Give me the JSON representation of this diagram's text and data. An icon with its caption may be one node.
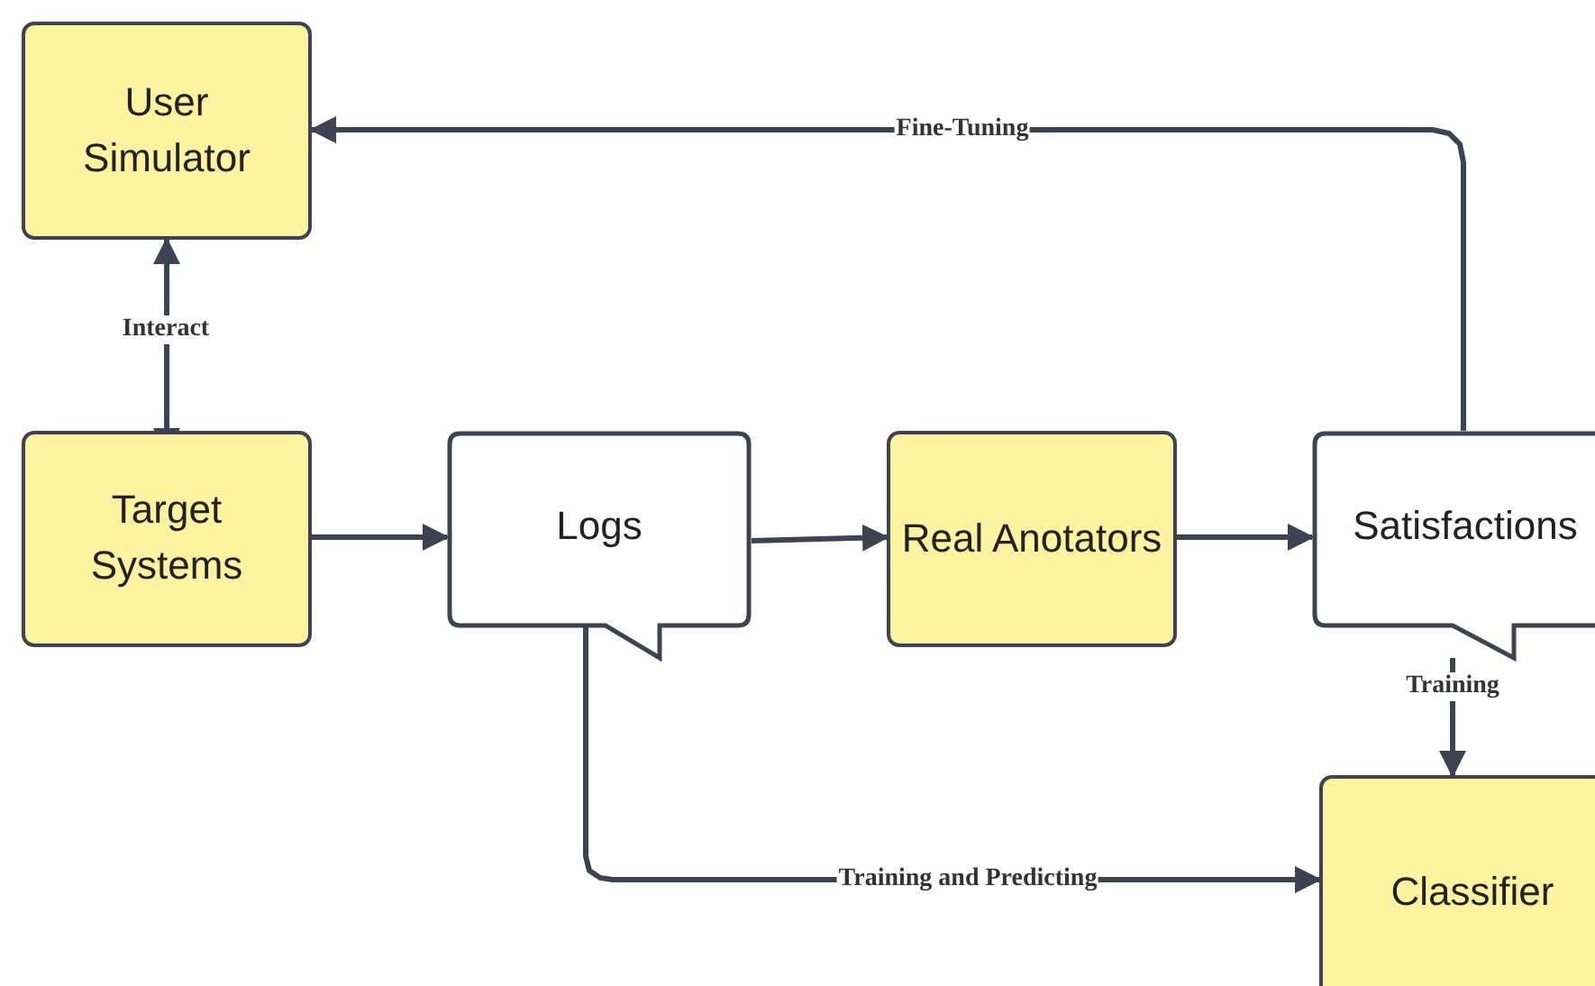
{
  "diagram": {
    "nodes": [
      {
        "text": [
          "User Simulator"
        ]
      },
      {
        "text": [
          "Target Systems"
        ]
      },
      {
        "text": [
          "Logs"
        ]
      },
      {
        "text": [
          "Real Anotators"
        ]
      },
      {
        "text": [
          "Satisfactions"
        ]
      },
      {
        "text": [
          "Classifier"
        ]
      }
    ],
    "edges": [
      {
        "from": 1,
        "to": 0,
        "arrow": "both",
        "label": "Interact"
      },
      {
        "from": 1,
        "to": 2,
        "arrow": "to"
      },
      {
        "from": 2,
        "to": 3,
        "arrow": "to"
      },
      {
        "from": 3,
        "to": 4,
        "arrow": "to"
      },
      {
        "from": 4,
        "to": 0,
        "arrow": "to",
        "label": "Fine-Tuning"
      },
      {
        "from": 4,
        "to": 5,
        "arrow": "to",
        "label": "Training"
      },
      {
        "from": 2,
        "to": 5,
        "arrow": "to",
        "label": "Training and Predicting"
      }
    ]
  }
}
